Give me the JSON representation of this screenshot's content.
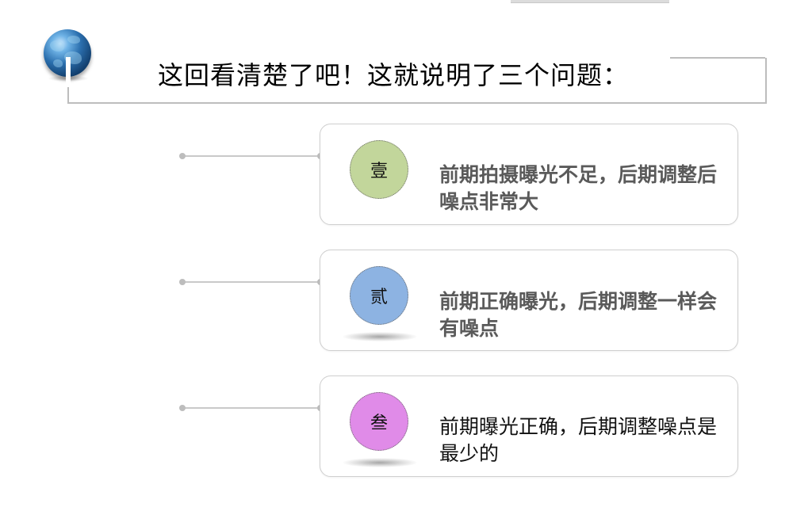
{
  "slide": {
    "title": "这回看清楚了吧！这就说明了三个问题：",
    "points": [
      {
        "number": "壹",
        "text": "前期拍摄曝光不足，后期调整后噪点非常大",
        "badge_color": "#c2d69b"
      },
      {
        "number": "贰",
        "text": "前期正确曝光，后期调整一样会有噪点",
        "badge_color": "#8db3e2"
      },
      {
        "number": "叁",
        "text": "前期曝光正确，后期调整噪点是最少的",
        "badge_color": "#e08be8"
      }
    ]
  }
}
